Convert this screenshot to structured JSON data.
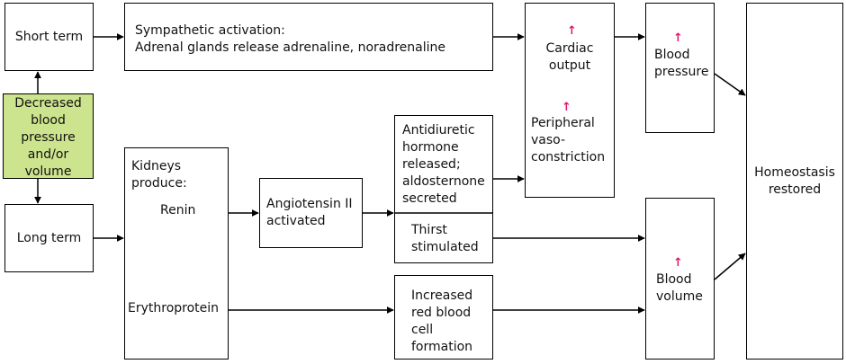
{
  "decreased": "Decreased blood pressure and/or volume",
  "short_term": "Short term",
  "long_term": "Long term",
  "sympathetic_line1": "Sympathetic activation:",
  "sympathetic_line2": "Adrenal glands release adrenaline, noradrenaline",
  "kidneys_produce": "Kidneys produce:",
  "renin": "Renin",
  "erythroprotein": "Erythroprotein",
  "angiotensin": "Angiotensin II activated",
  "adh": "Antidiuretic hormone released; aldosternone secreted",
  "thirst": "Thirst stimulated",
  "rbc": "Increased red blood cell formation",
  "up_arrow": "↑",
  "cardiac_output": "Cardiac output",
  "peripheral": "Peripheral vaso-constriction",
  "blood_pressure": "Blood pressure",
  "blood_volume": "Blood volume",
  "homeostasis": "Homeostasis restored",
  "colors": {
    "highlight_fill": "#cde48e",
    "up_arrow": "#e0156b"
  }
}
